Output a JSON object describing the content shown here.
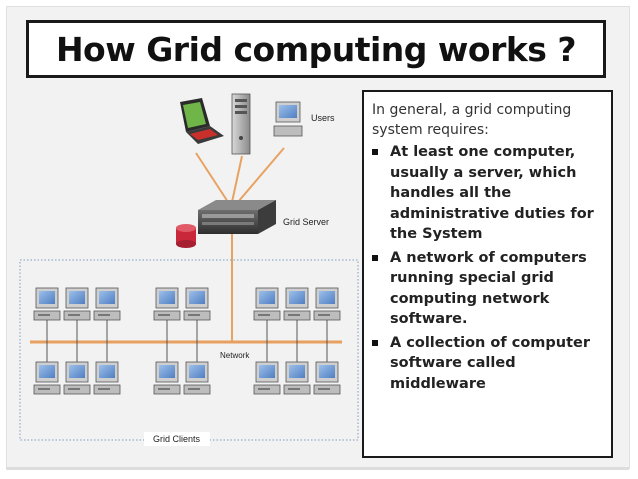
{
  "title": "How Grid computing works ?",
  "diagram": {
    "users_label": "Users",
    "server_label": "Grid Server",
    "network_label": "Network",
    "clients_label": "Grid Clients"
  },
  "panel": {
    "intro": "In general, a grid computing system requires:",
    "bullets": [
      "At least one computer, usually a server, which handles all the administrative duties for the System",
      "A network of computers running special grid computing network software.",
      "A collection of computer software called middleware"
    ]
  },
  "colors": {
    "accent_orange": "#e8a262",
    "network_bus": "#e8a060",
    "database": "#c8283a",
    "frame_border": "#1a1a1a"
  }
}
